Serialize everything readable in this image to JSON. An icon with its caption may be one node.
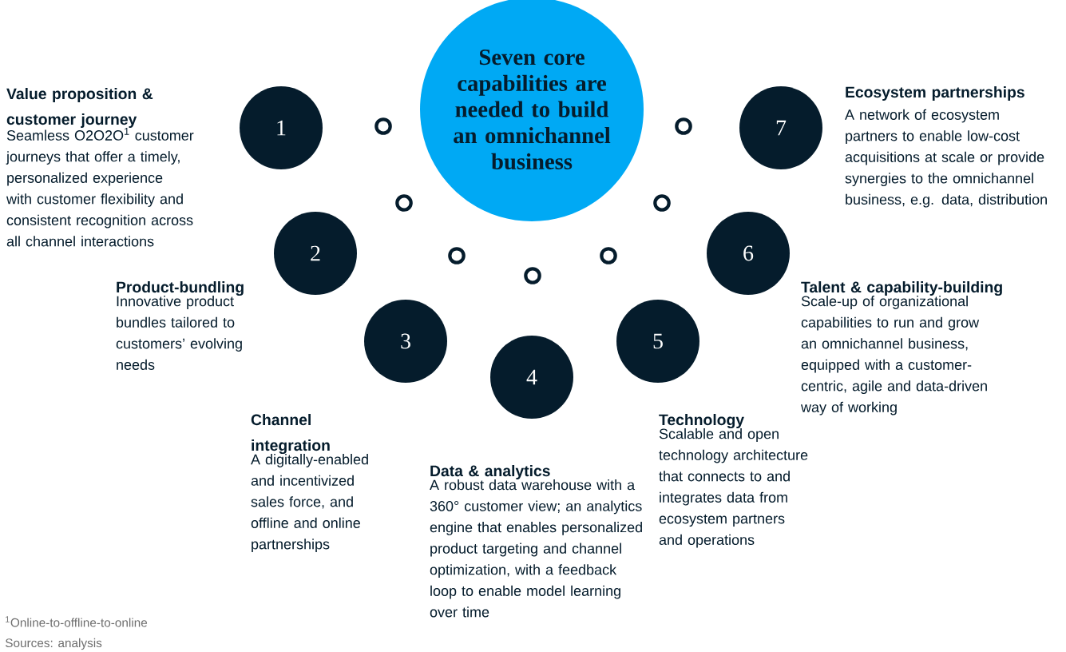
{
  "diagram": {
    "nodes": [
      {
        "text": [
          "Seven core capabilities are needed to build an omnichannel business"
        ]
      },
      {
        "text": [
          "1"
        ],
        "beside": [
          "Value proposition & customer journey",
          "Seamless O2O2O$^{1}$ customer journeys that offer a timely, personalized experience with customer flexibility and consistent recognition across all channel interactions"
        ]
      },
      {
        "text": [
          "2"
        ],
        "beside": [
          "Product-bundling",
          "Innovative product bundles tailored to customers’ evolving needs"
        ]
      },
      {
        "text": [
          "3"
        ],
        "beside": [
          "Channel integration",
          "A digitally-enabled and incentivized sales force, and offline and online partnerships"
        ]
      },
      {
        "text": [
          "4"
        ],
        "beside": [
          "Data & analytics",
          "A robust data warehouse with a 360° customer view; an analytics engine that enables personalized product targeting and channel optimization, with a feedback loop to enable model learning over time"
        ]
      },
      {
        "text": [
          "5"
        ],
        "beside": [
          "Technology",
          "Scalable and open technology architecture that connects to and integrates data from ecosystem partners and operations"
        ]
      },
      {
        "text": [
          "6"
        ],
        "beside": [
          "Talent & capability-building",
          "Scale-up of organizational capabilities to run and grow an omnichannel business, equipped with a customer-centric, agile and data-driven way of working"
        ]
      },
      {
        "text": [
          "7"
        ],
        "beside": [
          "Ecosystem partnerships",
          "A network of ecosystem partners to enable low-cost acquisitions at scale or provide synergies to the omnichannel business, e.g. data, distribution"
        ]
      },
      {
        "text": [],
        "shape": "circle"
      },
      {
        "text": [],
        "shape": "circle"
      },
      {
        "text": [],
        "shape": "circle"
      },
      {
        "text": [],
        "shape": "circle"
      },
      {
        "text": [],
        "shape": "circle"
      },
      {
        "text": [],
        "shape": "circle"
      },
      {
        "text": [],
        "shape": "circle"
      }
    ],
    "labels": [
      "$^{1}$Online-to-offline-to-online",
      "Sources: analysis"
    ]
  }
}
